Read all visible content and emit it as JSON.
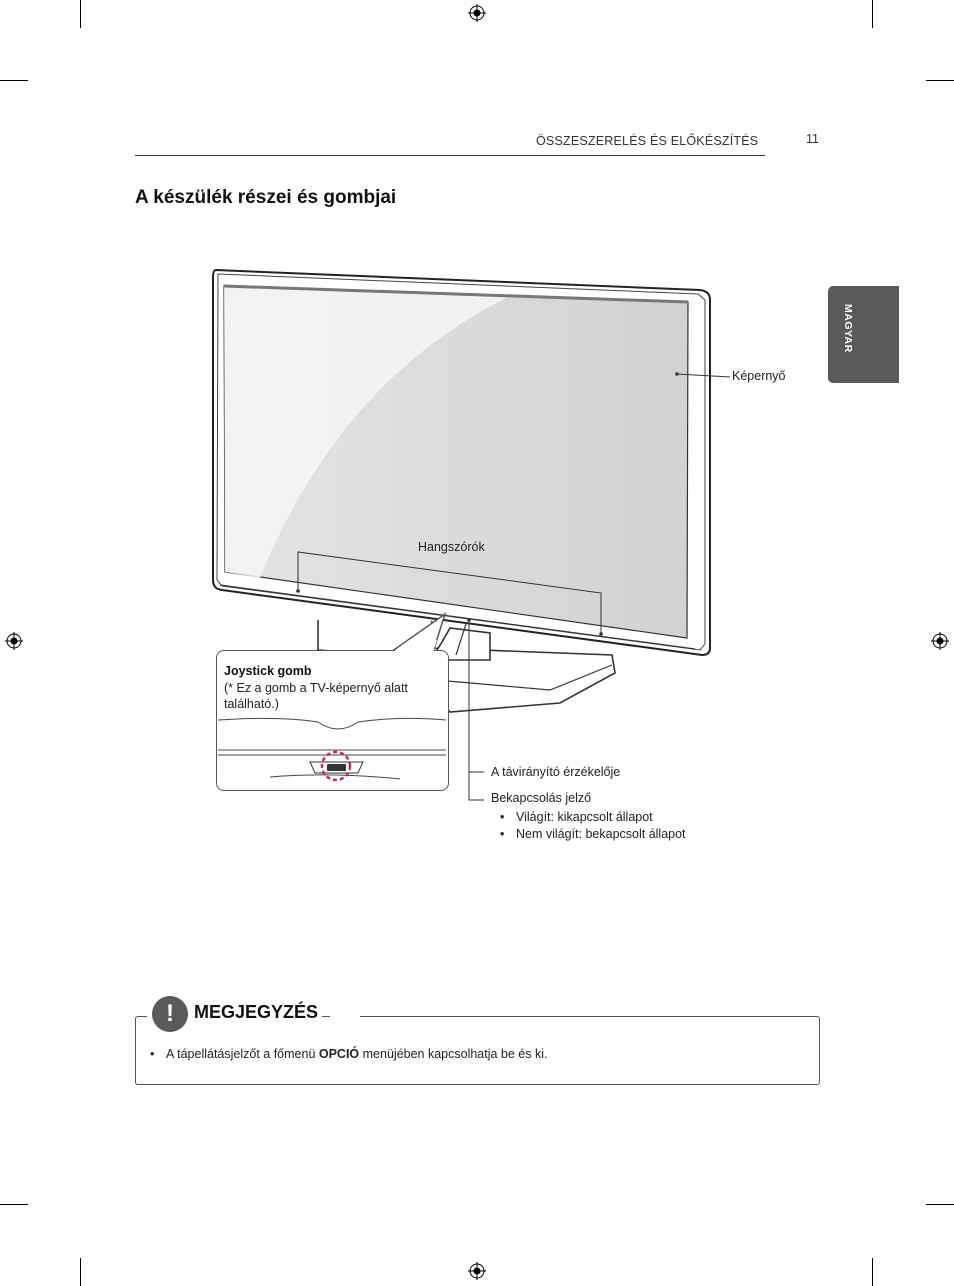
{
  "header": {
    "title": "ÖSSZESZERELÉS ÉS ELŐKÉSZÍTÉS",
    "page_number": "11"
  },
  "section": {
    "title": "A készülék részei és gombjai"
  },
  "language_tab": "MAGYAR",
  "labels": {
    "screen": "Képernyő",
    "speakers": "Hangszórók",
    "remote_sensor": "A távirányító érzékelője",
    "power_indicator": "Bekapcsolás jelző",
    "power_states": [
      "Világít: kikapcsolt állapot",
      "Nem világít: bekapcsolt állapot"
    ]
  },
  "callout": {
    "title": "Joystick gomb",
    "note": "(* Ez a gomb a TV-képernyő alatt található.)"
  },
  "note": {
    "title": "MEGJEGYZÉS",
    "text_before": "A tápellátásjelzőt a főmenü ",
    "text_bold": "OPCIÓ",
    "text_after": " menüjében kapcsolhatja be és ki."
  }
}
